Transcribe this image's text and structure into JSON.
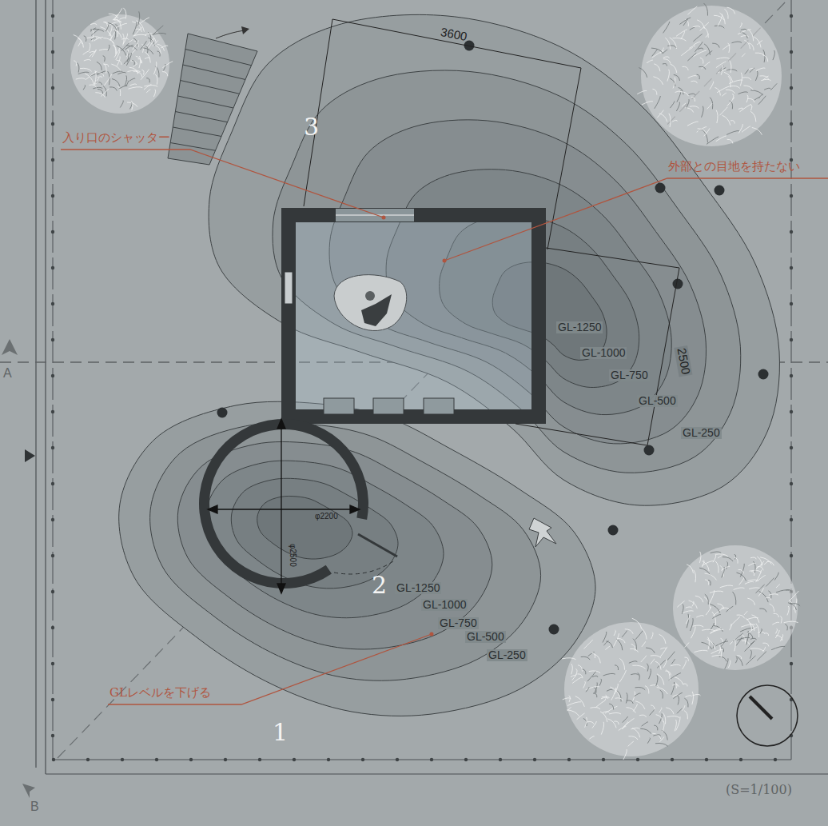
{
  "diagram": {
    "labels": [
      "3600",
      "3",
      "入り口のシャッター",
      "外部との目地を持たない",
      "GL-1250",
      "GL-1000",
      "GL-750",
      "GL-500",
      "2500",
      "GL-250",
      "A",
      "φ2200",
      "φ2500",
      "2",
      "GL-1250",
      "GL-1000",
      "GL-750",
      "GL-500",
      "GL-250",
      "GLレベルを下げる",
      "1",
      "B",
      "(S=1/100)"
    ]
  }
}
